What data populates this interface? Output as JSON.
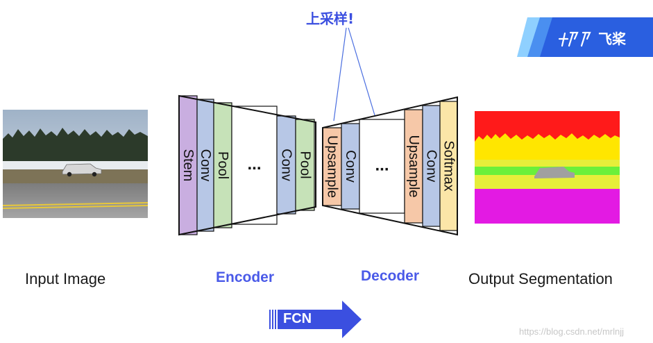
{
  "annotations": {
    "upsample_note": "上采样!",
    "watermark": "https://blog.csdn.net/mrlnjj"
  },
  "logo": {
    "text": "飞桨",
    "colors": {
      "light": "#8fd0ff",
      "mid": "#4a8ff0",
      "dark": "#2a5fe0"
    }
  },
  "captions": {
    "input": "Input Image",
    "output": "Output Segmentation"
  },
  "stages": {
    "encoder": "Encoder",
    "decoder": "Decoder"
  },
  "encoder_layers": [
    {
      "label": "Stem",
      "color": "#c9aee0"
    },
    {
      "label": "Conv",
      "color": "#b7c7e6"
    },
    {
      "label": "Pool",
      "color": "#c6e2b8"
    },
    {
      "label": "...",
      "color": "#ffffff"
    },
    {
      "label": "Conv",
      "color": "#b7c7e6"
    },
    {
      "label": "Pool",
      "color": "#c6e2b8"
    }
  ],
  "decoder_layers": [
    {
      "label": "Upsample",
      "color": "#f6c8a8"
    },
    {
      "label": "Conv",
      "color": "#b7c7e6"
    },
    {
      "label": "...",
      "color": "#ffffff"
    },
    {
      "label": "Upsample",
      "color": "#f6c8a8"
    },
    {
      "label": "Conv",
      "color": "#b7c7e6"
    },
    {
      "label": "Softmax",
      "color": "#fbe6a8"
    }
  ],
  "fcn_arrow": {
    "label": "FCN",
    "color": "#3b4fe0"
  },
  "segmentation_colors": {
    "sky": "#ff1a1a",
    "trees": "#ffe600",
    "snow": "#e6ee3a",
    "grass": "#6af03a",
    "vehicle": "#a0a0a0",
    "road": "#e31ae3"
  }
}
